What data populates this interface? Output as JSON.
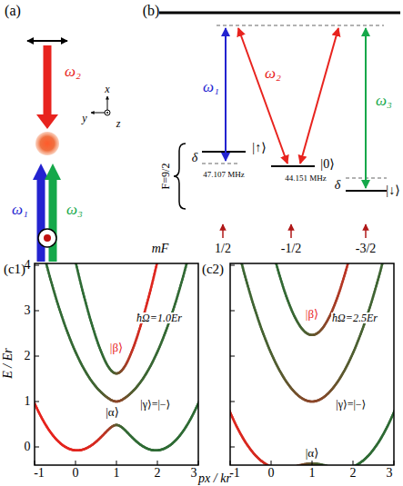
{
  "diagram": {
    "labels": [
      "(a)",
      "(b)",
      "ω₂",
      "x",
      "y",
      "z",
      "ω₁",
      "ω₃",
      "ω₁",
      "ω₂",
      "ω₃",
      "δ",
      "|↑⟩",
      "47.107 MHz",
      "|0⟩",
      "44.151 MHz",
      "δ",
      "|↓⟩",
      "F=9/2",
      "mF",
      "1/2",
      "-1/2",
      "-3/2",
      "(c1)",
      "(c2)",
      "E / Er",
      "px / kr",
      "4",
      "3",
      "2",
      "1",
      "0",
      "-1",
      "0",
      "1",
      "2",
      "3",
      "-1",
      "0",
      "1",
      "2",
      "3",
      "|β⟩",
      "ħΩ=1.0Er",
      "|α⟩",
      "|γ⟩=|−⟩",
      "|β⟩",
      "ħΩ=2.5Er",
      "|α⟩",
      "|γ⟩=|−⟩"
    ]
  }
}
